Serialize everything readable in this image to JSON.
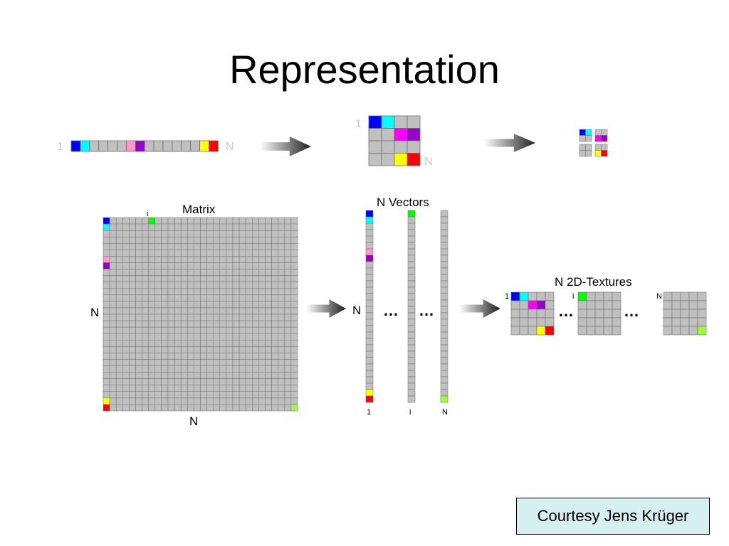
{
  "slide": {
    "title": "Representation",
    "credit": "Courtesy Jens Krüger"
  },
  "top_row": {
    "strip_start": "1",
    "strip_end": "N",
    "grid_start": "1",
    "grid_end": "N"
  },
  "matrix": {
    "title": "Matrix",
    "row_label": "N",
    "col_label": "N",
    "index_label": "i"
  },
  "vectors": {
    "title": "N Vectors",
    "row_label": "N",
    "ellipsis": "…",
    "index_labels": [
      "1",
      "i",
      "N"
    ]
  },
  "textures": {
    "title": "N 2D-Textures",
    "ellipsis": "…",
    "index_labels": [
      "1",
      "i",
      "N"
    ]
  },
  "colors": {
    "cell_gray": "#c0c0c0",
    "grid_line": "#6e6e6e",
    "blue": "#0000ff",
    "cyan": "#00ffff",
    "pink": "#ff99cc",
    "purple": "#9900cc",
    "magenta": "#ff00ff",
    "yellow": "#ffff00",
    "red": "#ff0000",
    "green": "#00ff00",
    "lime": "#99ff33"
  }
}
